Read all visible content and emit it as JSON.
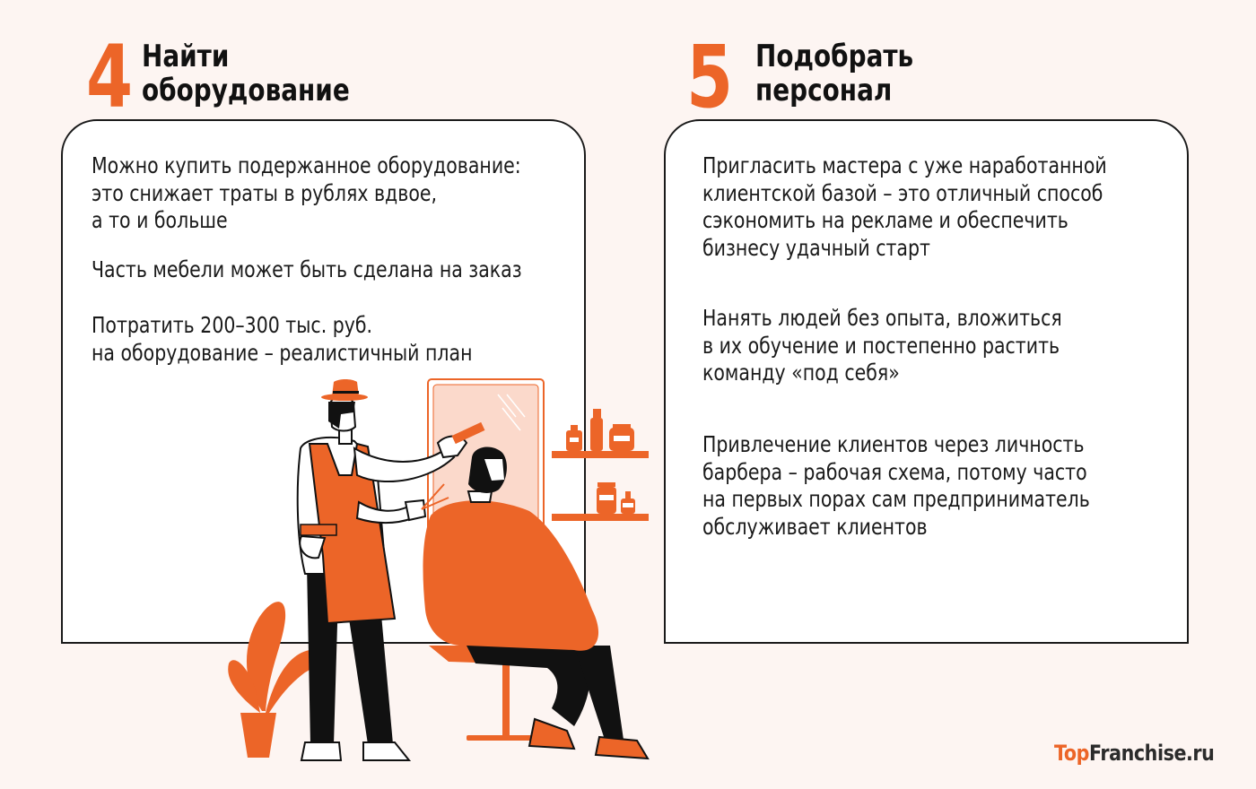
{
  "colors": {
    "accent": "#ec6528",
    "background": "#fdf5f2",
    "card": "#ffffff",
    "text": "#1a1a1a",
    "mirror": "#fbd9cb"
  },
  "steps": [
    {
      "number": "4",
      "title_line1": "Найти",
      "title_line2": "оборудование",
      "paragraphs": [
        "Можно купить подержанное оборудование:\nэто снижает траты в рублях вдвое,\nа то и больше",
        "Часть мебели может быть сделана на заказ",
        "Потратить 200–300 тыс. руб.\nна оборудование – реалистичный план"
      ]
    },
    {
      "number": "5",
      "title_line1": "Подобрать",
      "title_line2": "персонал",
      "paragraphs": [
        "Пригласить мастера с уже наработанной\nклиентской базой – это отличный способ\nсэкономить на рекламе и обеспечить\nбизнесу удачный старт",
        "Нанять людей без опыта, вложиться\nв их обучение и постепенно растить\nкоманду «под себя»",
        "Привлечение клиентов через личность\nбарбера – рабочая схема, потому часто\nна первых порах сам предприниматель\nобслуживает клиентов"
      ]
    }
  ],
  "illustration": {
    "description": "barber-cutting-client-hair",
    "icons": [
      "barber-icon",
      "client-icon",
      "mirror-icon",
      "shelf-bottles-icon",
      "plant-icon",
      "barber-chair-icon"
    ]
  },
  "logo": {
    "part1": "Top",
    "part2": "Franchise.ru"
  }
}
